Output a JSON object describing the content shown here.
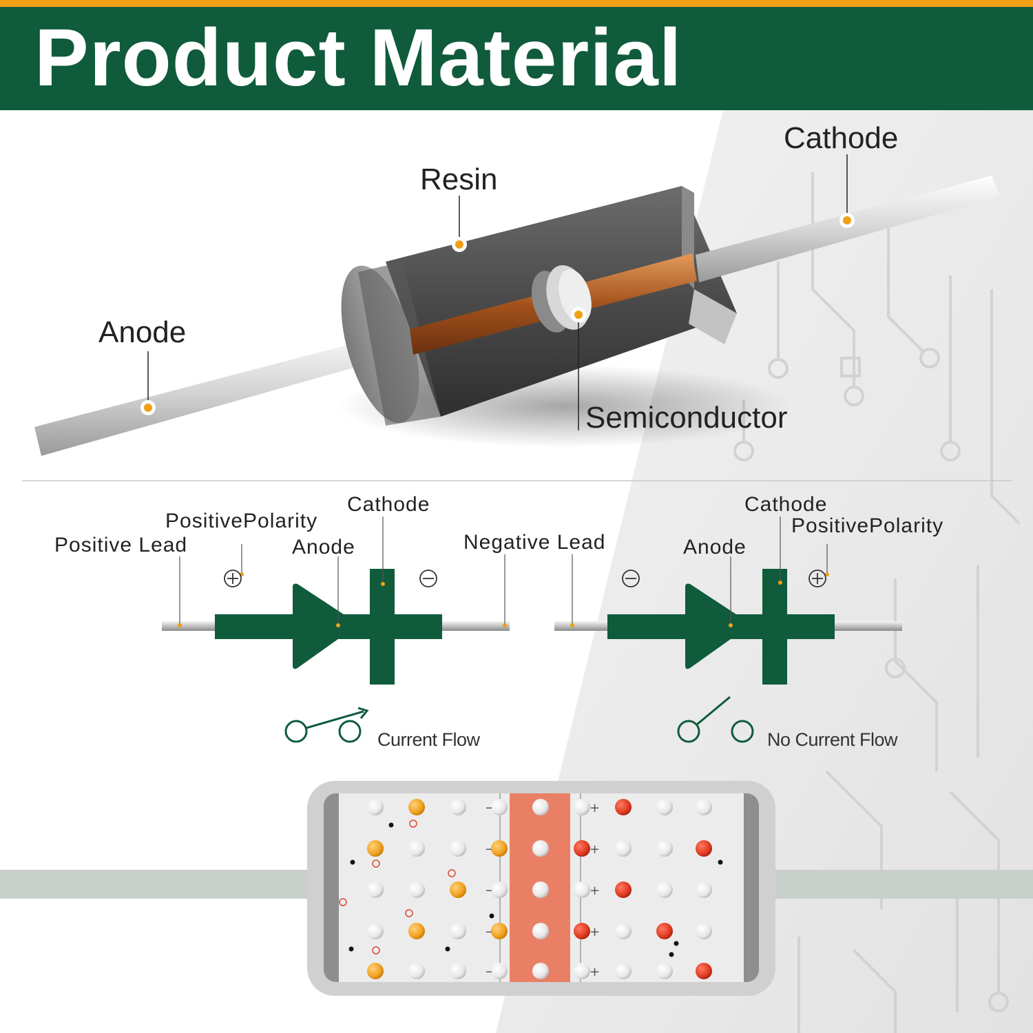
{
  "header": {
    "title": "Product Material"
  },
  "parts_diagram": {
    "labels": {
      "resin": "Resin",
      "cathode": "Cathode",
      "anode": "Anode",
      "semiconductor": "Semiconductor"
    }
  },
  "forward_bias": {
    "positive_lead": "Positive Lead",
    "positive_polarity": "PositivePolarity",
    "anode": "Anode",
    "cathode": "Cathode",
    "negative_lead": "Negative Lead",
    "flow_label": "Current Flow"
  },
  "reverse_bias": {
    "anode": "Anode",
    "cathode": "Cathode",
    "positive_polarity": "PositivePolarity",
    "flow_label": "No Current Flow"
  },
  "colors": {
    "brand_green": "#0f5b3c",
    "accent_orange": "#f0a014",
    "copper": "#a0521f",
    "depletion_red": "#e8765a",
    "hole_red": "#e03a22",
    "electron_orange": "#f0a020"
  }
}
